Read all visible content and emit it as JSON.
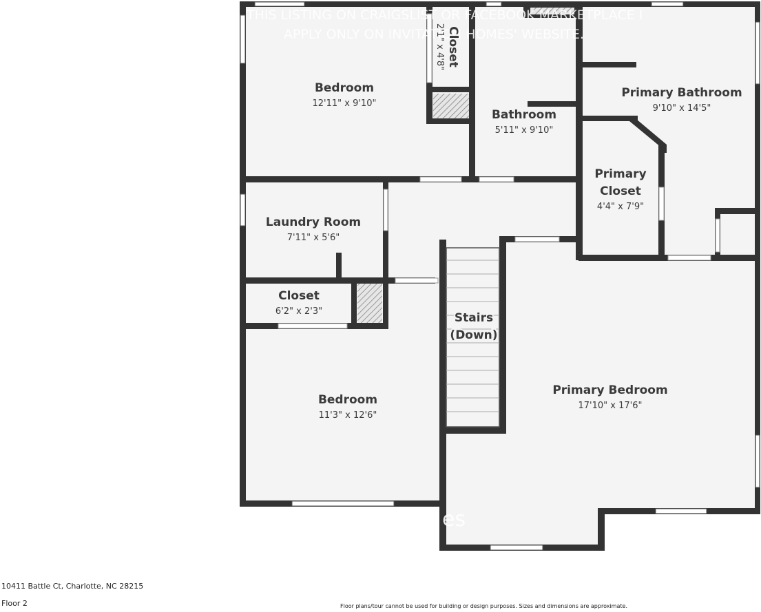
{
  "watermark": {
    "line1": "THIS LISTING ON CRAIGSLIST OR FACEBOOK MARKETPLACE I",
    "line2": "APPLY ONLY ON INVITATION HOMES' WEBSITE.",
    "logo": "es"
  },
  "rooms": {
    "bedroom_top": {
      "name": "Bedroom",
      "dims": "12'11\" x 9'10\""
    },
    "closet_top": {
      "name": "Closet",
      "dims": "2'1\" x 4'8\""
    },
    "bathroom": {
      "name": "Bathroom",
      "dims": "5'11\" x 9'10\""
    },
    "primary_bathroom": {
      "name": "Primary Bathroom",
      "dims": "9'10\" x 14'5\""
    },
    "primary_closet": {
      "name_line1": "Primary",
      "name_line2": "Closet",
      "dims": "4'4\" x 7'9\""
    },
    "laundry": {
      "name": "Laundry Room",
      "dims": "7'11\" x 5'6\""
    },
    "closet_left": {
      "name": "Closet",
      "dims": "6'2\" x 2'3\""
    },
    "stairs": {
      "name_line1": "Stairs",
      "name_line2": "(Down)"
    },
    "bedroom_bottom": {
      "name": "Bedroom",
      "dims": "11'3\" x 12'6\""
    },
    "primary_bedroom": {
      "name": "Primary Bedroom",
      "dims": "17'10\" x 17'6\""
    }
  },
  "footer": {
    "address": "10411 Battle Ct, Charlotte, NC 28215",
    "floor": "Floor 2",
    "disclaimer": "Floor plans/tour cannot be used for building or design purposes. Sizes and dimensions are approximate."
  },
  "colors": {
    "wall": "#333333",
    "floor": "#f4f4f4",
    "window": "#ffffff",
    "hatch": "#777777"
  }
}
